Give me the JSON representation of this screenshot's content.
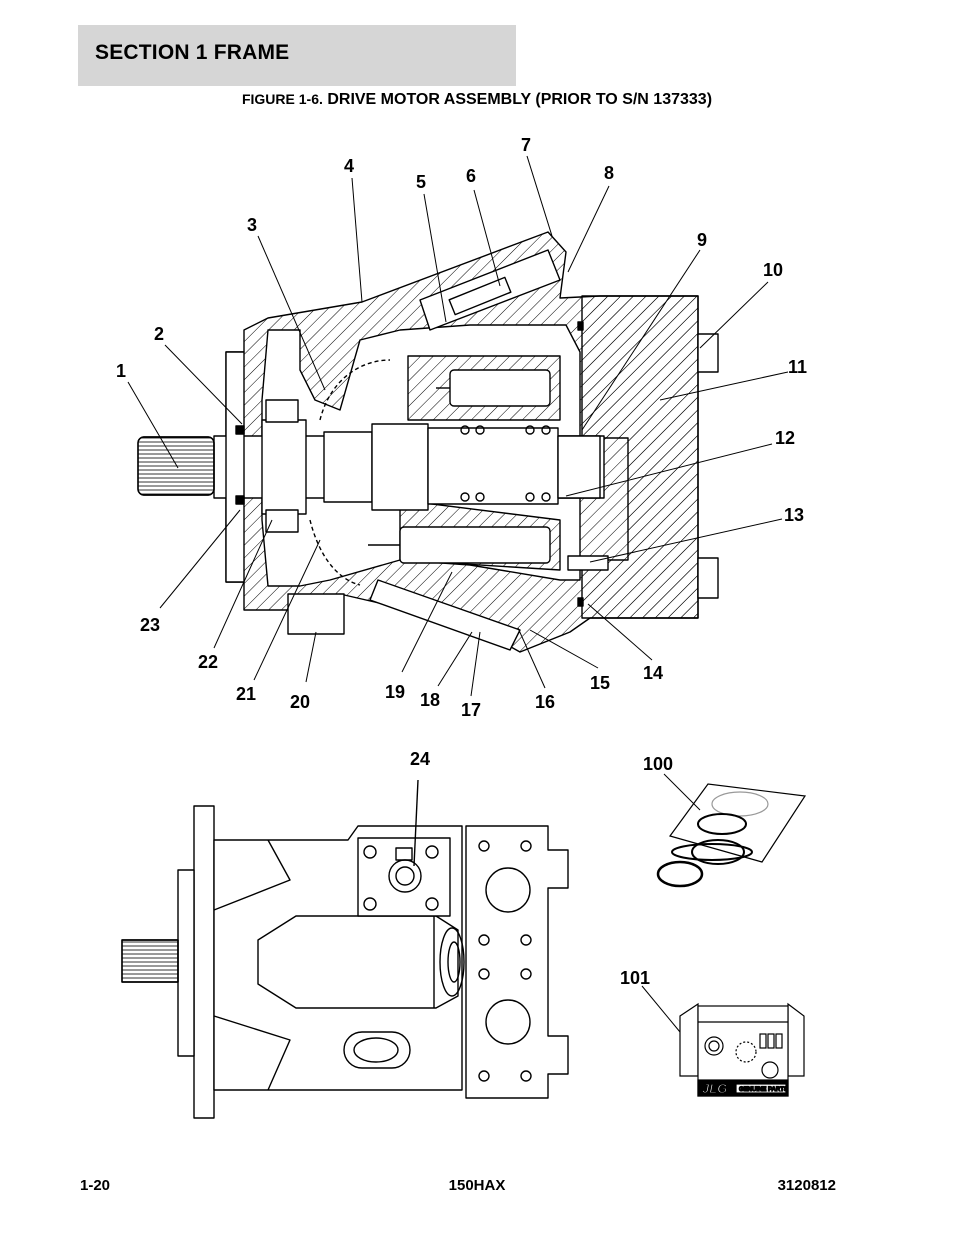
{
  "header": {
    "section_title": "SECTION 1  FRAME"
  },
  "figure": {
    "prefix": "FIGURE 1-6.",
    "title": "DRIVE MOTOR ASSEMBLY (PRIOR TO S/N 137333)"
  },
  "callouts": [
    "1",
    "2",
    "3",
    "4",
    "5",
    "6",
    "7",
    "8",
    "9",
    "10",
    "11",
    "12",
    "13",
    "14",
    "15",
    "16",
    "17",
    "18",
    "19",
    "20",
    "21",
    "22",
    "23",
    "24",
    "100",
    "101"
  ],
  "kit_box": {
    "brand": "JLG",
    "label": "GENUINE PARTS"
  },
  "footer": {
    "page_number": "1-20",
    "model": "150HAX",
    "doc_number": "3120812"
  }
}
